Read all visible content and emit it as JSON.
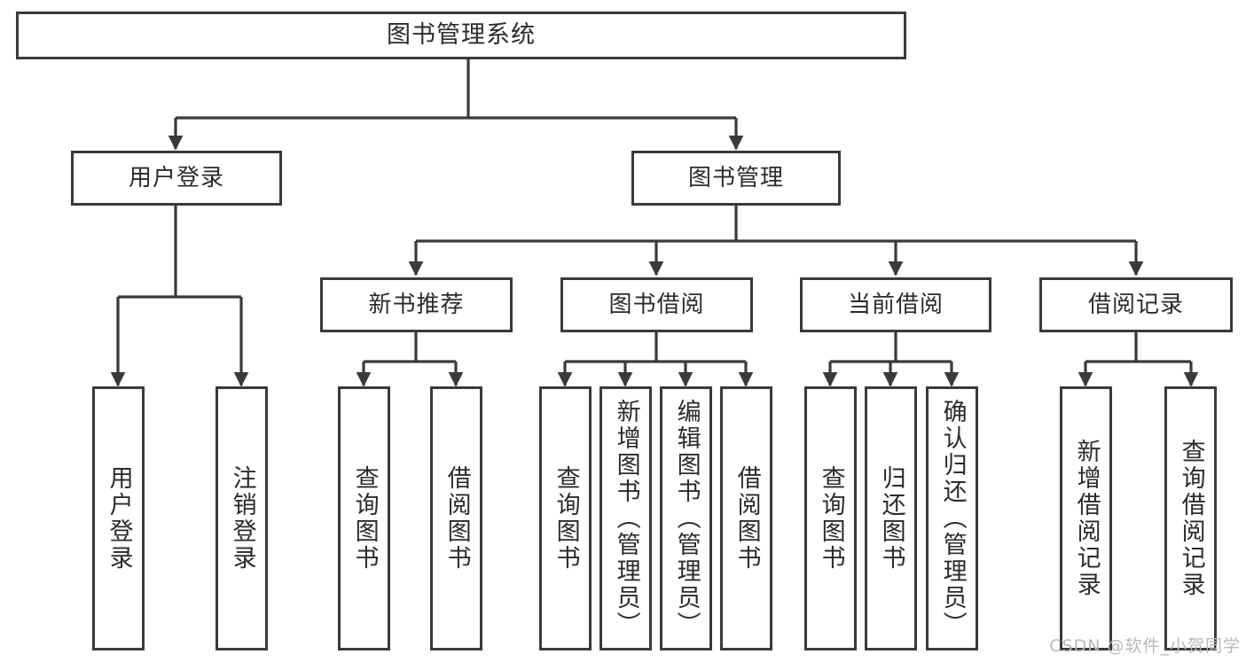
{
  "diagram": {
    "title": "图书管理系统",
    "type": "tree",
    "root": {
      "label": "图书管理系统"
    },
    "level2": [
      {
        "label": "用户登录"
      },
      {
        "label": "图书管理"
      }
    ],
    "level3": [
      {
        "label": "新书推荐"
      },
      {
        "label": "图书借阅"
      },
      {
        "label": "当前借阅"
      },
      {
        "label": "借阅记录"
      }
    ],
    "leaves": {
      "user_login": [
        {
          "label": "用户登录"
        },
        {
          "label": "注销登录"
        }
      ],
      "new_book_recommend": [
        {
          "label": "查询图书"
        },
        {
          "label": "借阅图书"
        }
      ],
      "book_borrow": [
        {
          "label": "查询图书"
        },
        {
          "label": "新增图书（管理员）"
        },
        {
          "label": "编辑图书（管理员）"
        },
        {
          "label": "借阅图书"
        }
      ],
      "current_borrow": [
        {
          "label": "查询图书"
        },
        {
          "label": "归还图书"
        },
        {
          "label": "确认归还（管理员）"
        }
      ],
      "borrow_record": [
        {
          "label": "新增借阅记录"
        },
        {
          "label": "查询借阅记录"
        }
      ]
    }
  },
  "watermark": {
    "text": "CSDN @软件_小贺同学"
  },
  "colors": {
    "stroke": "#3a3a3a",
    "text": "#2b2b2b",
    "background": "#ffffff",
    "watermark": "#b9b9b9"
  }
}
